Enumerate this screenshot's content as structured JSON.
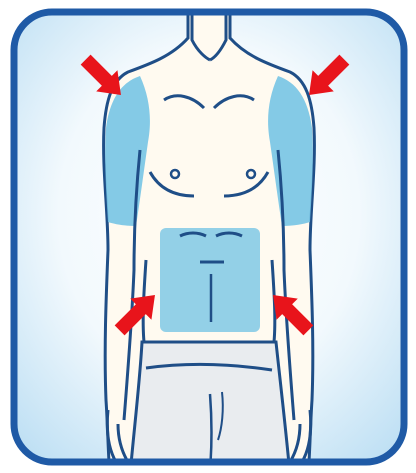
{
  "illustration": {
    "subject": "torso-injection-sites",
    "colors": {
      "frame_border": "#1f5aa6",
      "frame_background_center": "#ffffff",
      "frame_background_edge": "#bfe0f4",
      "outline": "#1f4e87",
      "skin": "#fffaf0",
      "highlight_area": "#6fc1e4",
      "arrow": "#e8141b",
      "shorts": "#e9ecef"
    },
    "highlight_areas": [
      "left-upper-arm",
      "right-upper-arm",
      "abdomen"
    ],
    "arrow_targets": [
      "left-shoulder",
      "right-shoulder",
      "left-abdomen",
      "right-abdomen"
    ]
  }
}
